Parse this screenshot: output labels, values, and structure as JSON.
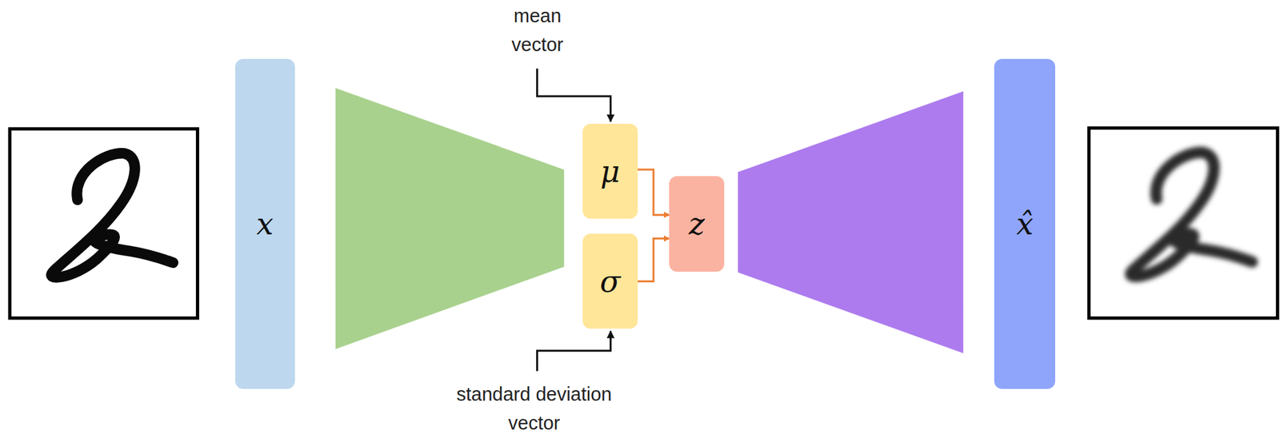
{
  "diagram": {
    "nodes": [
      {
        "text": [
          "x"
        ]
      },
      {
        "text": [
          "μ"
        ]
      },
      {
        "text": [
          "σ"
        ]
      },
      {
        "text": [
          "z"
        ]
      },
      {
        "text": [
          "x̂"
        ]
      }
    ],
    "edges": [
      {
        "from": 1,
        "to": 3,
        "arrow": "to"
      },
      {
        "from": 2,
        "to": 3,
        "arrow": "to"
      }
    ],
    "labels": [
      "mean vector",
      "standard deviation vector"
    ]
  }
}
